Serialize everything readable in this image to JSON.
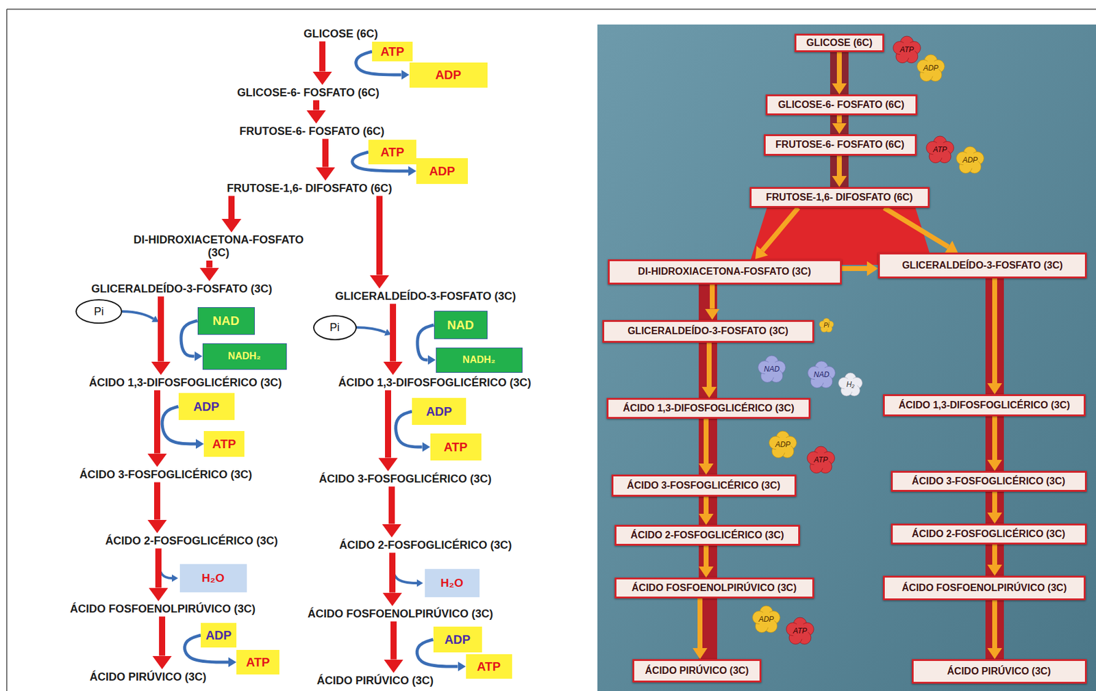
{
  "diagram": {
    "nodes": [
      {
        "text": [
          "GLICOSE (6C)"
        ]
      },
      {
        "text": [
          "ATP"
        ]
      },
      {
        "text": [
          "ADP"
        ]
      },
      {
        "text": [
          "GLICOSE-6- FOSFATO (6C)"
        ]
      },
      {
        "text": [
          "FRUTOSE-6- FOSFATO (6C)"
        ]
      },
      {
        "text": [
          "ATP"
        ]
      },
      {
        "text": [
          "ADP"
        ]
      },
      {
        "text": [
          "FRUTOSE-1,6- DIFOSFATO (6C)"
        ]
      },
      {
        "text": [
          "DI-HIDROXIACETONA-FOSFATO (3C)"
        ]
      },
      {
        "text": [
          "GLICERALDEÍDO-3-FOSFATO (3C)"
        ]
      },
      {
        "text": [
          "GLICERALDEÍDO-3-FOSFATO (3C)"
        ]
      },
      {
        "text": [
          "Pi"
        ]
      },
      {
        "text": [
          "NAD"
        ]
      },
      {
        "text": [
          "NADH₂"
        ]
      },
      {
        "text": [
          "Pi"
        ]
      },
      {
        "text": [
          "NAD"
        ]
      },
      {
        "text": [
          "NADH₂"
        ]
      },
      {
        "text": [
          "ÁCIDO 1,3-DIFOSFOGLICÉRICO (3C)"
        ]
      },
      {
        "text": [
          "ÁCIDO 1,3-DIFOSFOGLICÉRICO (3C)"
        ]
      },
      {
        "text": [
          "ADP"
        ]
      },
      {
        "text": [
          "ATP"
        ]
      },
      {
        "text": [
          "ADP"
        ]
      },
      {
        "text": [
          "ATP"
        ]
      },
      {
        "text": [
          "ÁCIDO 3-FOSFOGLICÉRICO (3C)"
        ]
      },
      {
        "text": [
          "ÁCIDO 3-FOSFOGLICÉRICO (3C)"
        ]
      },
      {
        "text": [
          "ÁCIDO 2-FOSFOGLICÉRICO (3C)"
        ]
      },
      {
        "text": [
          "ÁCIDO 2-FOSFOGLICÉRICO (3C)"
        ]
      },
      {
        "text": [
          "H₂O"
        ]
      },
      {
        "text": [
          "H₂O"
        ]
      },
      {
        "text": [
          "ÁCIDO FOSFOENOLPIRÚVICO (3C)"
        ]
      },
      {
        "text": [
          "ÁCIDO FOSFOENOLPIRÚVICO (3C)"
        ]
      },
      {
        "text": [
          "ADP"
        ]
      },
      {
        "text": [
          "ATP"
        ]
      },
      {
        "text": [
          "ADP"
        ]
      },
      {
        "text": [
          "ATP"
        ]
      },
      {
        "text": [
          "ÁCIDO PIRÚVICO (3C)"
        ]
      },
      {
        "text": [
          "ÁCIDO PIRÚVICO (3C)"
        ]
      },
      {
        "text": [
          "GLICOSE (6C)"
        ]
      },
      {
        "text": [
          "ATP"
        ]
      },
      {
        "text": [
          "ADP"
        ]
      },
      {
        "text": [
          "GLICOSE-6- FOSFATO (6C)"
        ]
      },
      {
        "text": [
          "FRUTOSE-6- FOSFATO (6C)"
        ]
      },
      {
        "text": [
          "ATP"
        ]
      },
      {
        "text": [
          "ADP"
        ]
      },
      {
        "text": [
          "FRUTOSE-1,6- DIFOSFATO (6C)"
        ]
      },
      {
        "text": [
          "DI-HIDROXIACETONA-FOSFATO (3C)"
        ]
      },
      {
        "text": [
          "GLICERALDEÍDO-3-FOSFATO (3C)"
        ]
      },
      {
        "text": [
          "GLICERALDEÍDO-3-FOSFATO (3C)"
        ]
      },
      {
        "text": [
          "Pi"
        ]
      },
      {
        "text": [
          "NAD"
        ]
      },
      {
        "text": [
          "NAD"
        ]
      },
      {
        "text": [
          "H₂"
        ]
      },
      {
        "text": [
          "ÁCIDO 1,3-DIFOSFOGLICÉRICO (3C)"
        ]
      },
      {
        "text": [
          "ÁCIDO 1,3-DIFOSFOGLICÉRICO (3C)"
        ]
      },
      {
        "text": [
          "ADP"
        ]
      },
      {
        "text": [
          "ATP"
        ]
      },
      {
        "text": [
          "ÁCIDO 3-FOSFOGLICÉRICO (3C)"
        ]
      },
      {
        "text": [
          "ÁCIDO 3-FOSFOGLICÉRICO (3C)"
        ]
      },
      {
        "text": [
          "ÁCIDO 2-FOSFOGLICÉRICO (3C)"
        ]
      },
      {
        "text": [
          "ÁCIDO 2-FOSFOGLICÉRICO (3C)"
        ]
      },
      {
        "text": [
          "ÁCIDO FOSFOENOLPIRÚVICO (3C)"
        ]
      },
      {
        "text": [
          "ÁCIDO FOSFOENOLPIRÚVICO (3C)"
        ]
      },
      {
        "text": [
          "ADP"
        ]
      },
      {
        "text": [
          "ATP"
        ]
      },
      {
        "text": [
          "ÁCIDO PIRÚVICO (3C)"
        ]
      },
      {
        "text": [
          "ÁCIDO PIRÚVICO (3C)"
        ]
      }
    ],
    "edges": [
      {
        "from": 0,
        "to": 3,
        "arrow": "to"
      },
      {
        "from": 1,
        "to": 2,
        "arrow": "to"
      },
      {
        "from": 3,
        "to": 4,
        "arrow": "to"
      },
      {
        "from": 4,
        "to": 7,
        "arrow": "to"
      },
      {
        "from": 5,
        "to": 6,
        "arrow": "to"
      },
      {
        "from": 7,
        "to": 8,
        "arrow": "to"
      },
      {
        "from": 7,
        "to": 10,
        "arrow": "to"
      },
      {
        "from": 8,
        "to": 9,
        "arrow": "to"
      },
      {
        "from": 9,
        "to": 17,
        "arrow": "to"
      },
      {
        "from": 10,
        "to": 18,
        "arrow": "to"
      },
      {
        "from": 12,
        "to": 13,
        "arrow": "to"
      },
      {
        "from": 15,
        "to": 16,
        "arrow": "to"
      },
      {
        "from": 17,
        "to": 23,
        "arrow": "to"
      },
      {
        "from": 18,
        "to": 24,
        "arrow": "to"
      },
      {
        "from": 19,
        "to": 20,
        "arrow": "to"
      },
      {
        "from": 21,
        "to": 22,
        "arrow": "to"
      },
      {
        "from": 23,
        "to": 25,
        "arrow": "to"
      },
      {
        "from": 24,
        "to": 26,
        "arrow": "to"
      },
      {
        "from": 25,
        "to": 29,
        "arrow": "to"
      },
      {
        "from": 26,
        "to": 30,
        "arrow": "to"
      },
      {
        "from": 29,
        "to": 35,
        "arrow": "to"
      },
      {
        "from": 30,
        "to": 36,
        "arrow": "to"
      },
      {
        "from": 31,
        "to": 32,
        "arrow": "to"
      },
      {
        "from": 33,
        "to": 34,
        "arrow": "to"
      },
      {
        "from": 37,
        "to": 40,
        "arrow": "to"
      },
      {
        "from": 40,
        "to": 41,
        "arrow": "to"
      },
      {
        "from": 41,
        "to": 44,
        "arrow": "to"
      },
      {
        "from": 44,
        "to": 45,
        "arrow": "to"
      },
      {
        "from": 44,
        "to": 46,
        "arrow": "to"
      },
      {
        "from": 45,
        "to": 46,
        "arrow": "to"
      },
      {
        "from": 45,
        "to": 47,
        "arrow": "to"
      },
      {
        "from": 46,
        "to": 53,
        "arrow": "to"
      },
      {
        "from": 47,
        "to": 52,
        "arrow": "to"
      },
      {
        "from": 52,
        "to": 56,
        "arrow": "to"
      },
      {
        "from": 53,
        "to": 57,
        "arrow": "to"
      },
      {
        "from": 56,
        "to": 58,
        "arrow": "to"
      },
      {
        "from": 57,
        "to": 59,
        "arrow": "to"
      },
      {
        "from": 58,
        "to": 60,
        "arrow": "to"
      },
      {
        "from": 59,
        "to": 61,
        "arrow": "to"
      },
      {
        "from": 60,
        "to": 64,
        "arrow": "to"
      },
      {
        "from": 61,
        "to": 65,
        "arrow": "to"
      }
    ]
  }
}
